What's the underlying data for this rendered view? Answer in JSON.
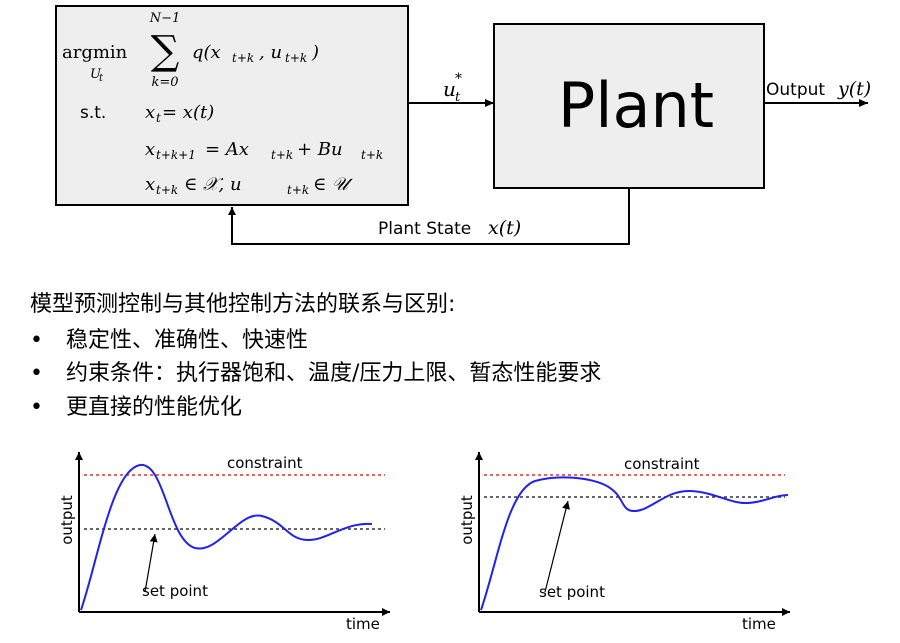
{
  "diagram": {
    "controller": {
      "argmin": "argmin",
      "argmin_sub": "U",
      "argmin_sub_t": "t",
      "sum_top": "N−1",
      "sum_bottom": "k=0",
      "sum_symbol": "∑",
      "cost": "q(x",
      "cost_sub1": "t+k",
      "cost_mid": ", u",
      "cost_sub2": "t+k",
      "cost_end": ")",
      "st": "s.t.",
      "c1_x": "x",
      "c1_sub": "t",
      "c1_rest": " = x(t)",
      "c2_x": "x",
      "c2_sub": "t+k+1",
      "c2_mid": " = Ax",
      "c2_sub2": "t+k",
      "c2_mid2": " + Bu",
      "c2_sub3": "t+k",
      "c3_x": "x",
      "c3_sub": "t+k",
      "c3_mid": " ∈ 𝒳,  u",
      "c3_sub2": "t+k",
      "c3_end": " ∈ 𝒰"
    },
    "plant_label": "Plant",
    "control_signal": "u",
    "control_sub": "t",
    "control_sup": "*",
    "output_prefix": "Output",
    "output_var": "y(t)",
    "feedback_prefix": "Plant State",
    "feedback_var": "x(t)"
  },
  "text": {
    "heading": "模型预测控制与其他控制方法的联系与区别:",
    "bullets": [
      "稳定性、准确性、快速性",
      "约束条件：执行器饱和、温度/压力上限、暂态性能要求",
      "更直接的性能优化"
    ],
    "bullet_symbol": "•"
  },
  "plots": {
    "left": {
      "ylabel": "output",
      "xlabel": "time",
      "constraint_label": "constraint",
      "setpoint_label": "set point",
      "constraint_color": "#e03030",
      "setpoint_color": "#333333",
      "curve_color": "#2222ee"
    },
    "right": {
      "ylabel": "output",
      "xlabel": "time",
      "constraint_label": "constraint",
      "setpoint_label": "set point",
      "constraint_color": "#e03030",
      "setpoint_color": "#333333",
      "curve_color": "#2222ee"
    }
  }
}
